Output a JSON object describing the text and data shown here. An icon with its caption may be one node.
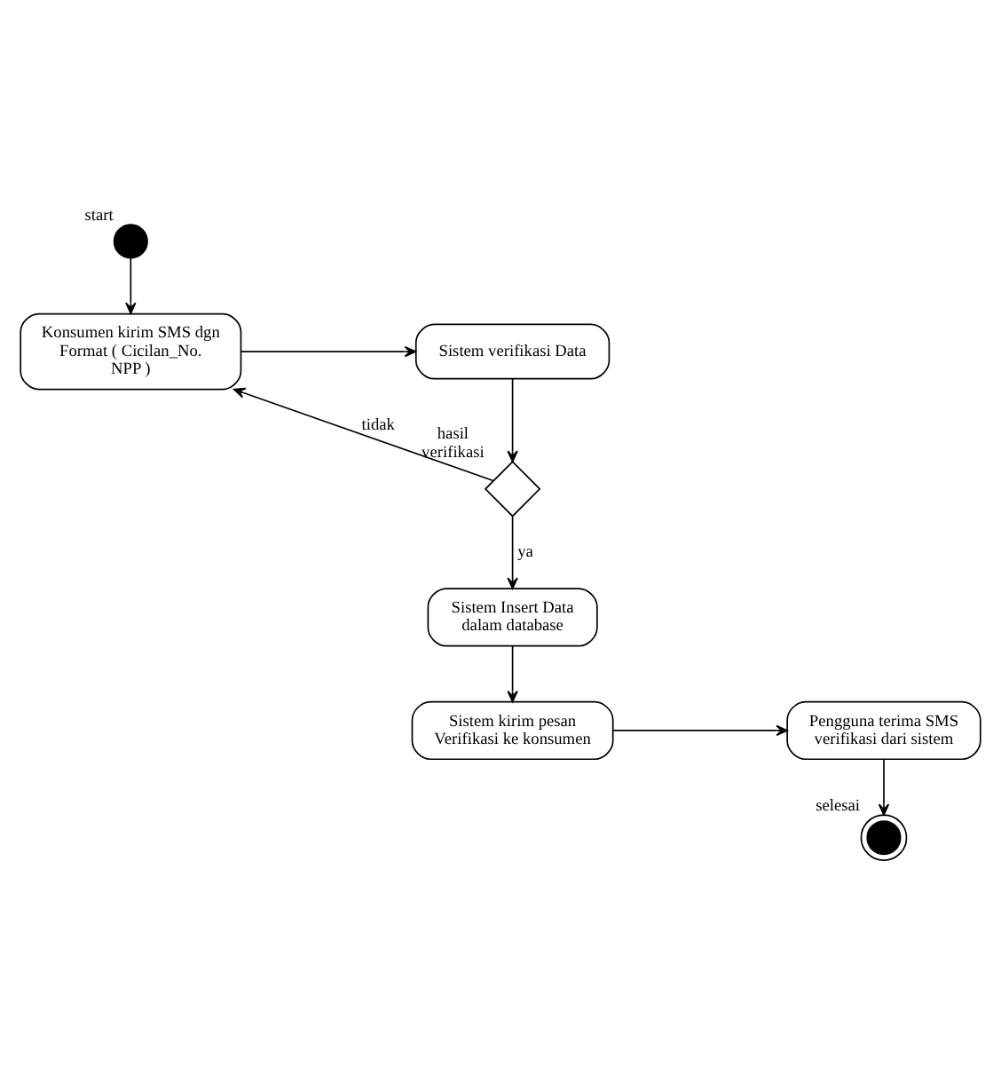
{
  "diagram": {
    "nodes": [
      {
        "text": [],
        "shape": "circle",
        "beside": [
          "start"
        ]
      },
      {
        "text": [
          "Konsumen kirim SMS dgn Format ( Cicilan_No. NPP )"
        ]
      },
      {
        "text": [
          "Sistem verifikasi Data"
        ]
      },
      {
        "text": [],
        "shape": "diamond",
        "beside": [
          "hasil verifikasi"
        ]
      },
      {
        "text": [
          "Sistem Insert Data dalam database"
        ]
      },
      {
        "text": [
          "Sistem kirim pesan Verifikasi ke konsumen"
        ]
      },
      {
        "text": [
          "Pengguna terima SMS verifikasi dari sistem"
        ]
      },
      {
        "text": [],
        "shape": "circle",
        "beside": [
          "selesai"
        ]
      }
    ],
    "edges": [
      {
        "from": 0,
        "to": 1,
        "arrow": "to"
      },
      {
        "from": 1,
        "to": 2,
        "arrow": "to"
      },
      {
        "from": 2,
        "to": 3,
        "arrow": "to"
      },
      {
        "from": 3,
        "to": 1,
        "arrow": "to",
        "label": "tidak"
      },
      {
        "from": 3,
        "to": 4,
        "arrow": "to",
        "label": "ya"
      },
      {
        "from": 4,
        "to": 5,
        "arrow": "to"
      },
      {
        "from": 5,
        "to": 6,
        "arrow": "to"
      },
      {
        "from": 6,
        "to": 7,
        "arrow": "to"
      }
    ]
  }
}
